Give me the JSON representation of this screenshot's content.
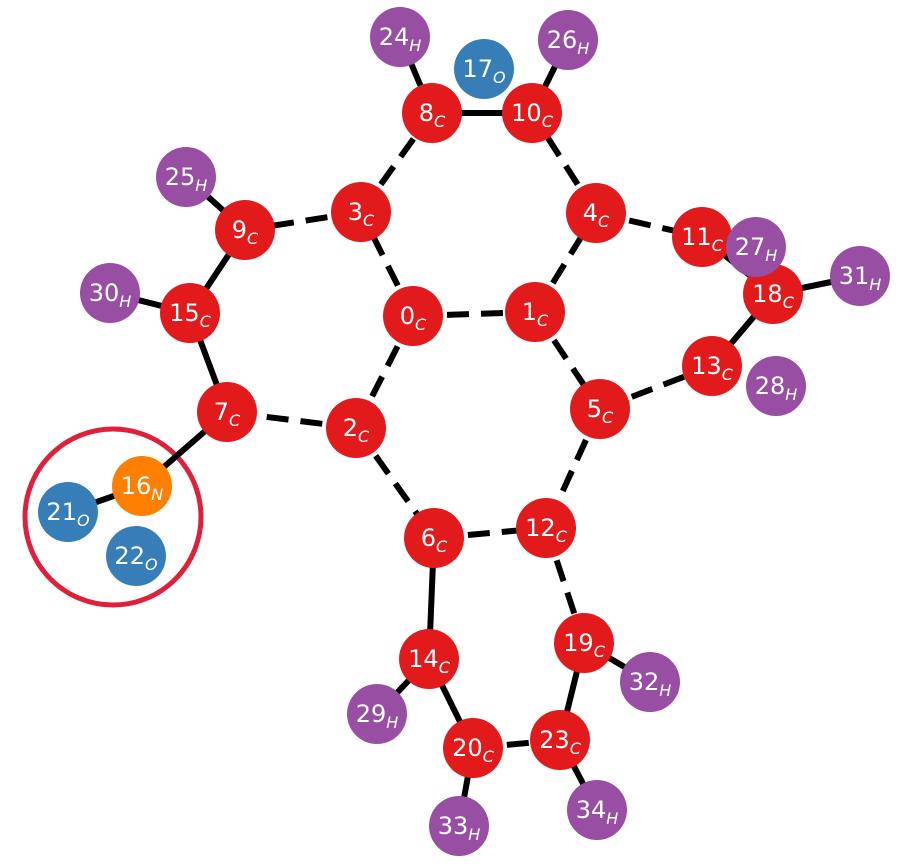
{
  "colors": {
    "C": "#e31a1c",
    "H": "#984ea3",
    "O": "#377eb8",
    "N": "#ff7f00",
    "bond": "#000000",
    "group_ring": "#e0203a"
  },
  "atoms": [
    {
      "id": "0",
      "el": "C"
    },
    {
      "id": "1",
      "el": "C"
    },
    {
      "id": "2",
      "el": "C"
    },
    {
      "id": "3",
      "el": "C"
    },
    {
      "id": "4",
      "el": "C"
    },
    {
      "id": "5",
      "el": "C"
    },
    {
      "id": "6",
      "el": "C"
    },
    {
      "id": "7",
      "el": "C"
    },
    {
      "id": "8",
      "el": "C"
    },
    {
      "id": "9",
      "el": "C"
    },
    {
      "id": "10",
      "el": "C"
    },
    {
      "id": "11",
      "el": "C"
    },
    {
      "id": "12",
      "el": "C"
    },
    {
      "id": "13",
      "el": "C"
    },
    {
      "id": "14",
      "el": "C"
    },
    {
      "id": "15",
      "el": "C"
    },
    {
      "id": "16",
      "el": "N"
    },
    {
      "id": "17",
      "el": "O"
    },
    {
      "id": "18",
      "el": "C"
    },
    {
      "id": "19",
      "el": "C"
    },
    {
      "id": "20",
      "el": "C"
    },
    {
      "id": "21",
      "el": "O"
    },
    {
      "id": "22",
      "el": "O"
    },
    {
      "id": "23",
      "el": "C"
    },
    {
      "id": "24",
      "el": "H"
    },
    {
      "id": "25",
      "el": "H"
    },
    {
      "id": "26",
      "el": "H"
    },
    {
      "id": "27",
      "el": "H"
    },
    {
      "id": "28",
      "el": "H"
    },
    {
      "id": "29",
      "el": "H"
    },
    {
      "id": "30",
      "el": "H"
    },
    {
      "id": "31",
      "el": "H"
    },
    {
      "id": "32",
      "el": "H"
    },
    {
      "id": "33",
      "el": "H"
    },
    {
      "id": "34",
      "el": "H"
    }
  ],
  "bonds": [
    {
      "a": "0",
      "b": "1",
      "style": "dashed"
    },
    {
      "a": "0",
      "b": "2",
      "style": "dashed"
    },
    {
      "a": "0",
      "b": "3",
      "style": "dashed"
    },
    {
      "a": "1",
      "b": "4",
      "style": "dashed"
    },
    {
      "a": "1",
      "b": "5",
      "style": "dashed"
    },
    {
      "a": "2",
      "b": "6",
      "style": "dashed"
    },
    {
      "a": "2",
      "b": "7",
      "style": "dashed"
    },
    {
      "a": "3",
      "b": "8",
      "style": "dashed"
    },
    {
      "a": "3",
      "b": "9",
      "style": "dashed"
    },
    {
      "a": "4",
      "b": "10",
      "style": "dashed"
    },
    {
      "a": "4",
      "b": "11",
      "style": "dashed"
    },
    {
      "a": "5",
      "b": "12",
      "style": "dashed"
    },
    {
      "a": "5",
      "b": "13",
      "style": "dashed"
    },
    {
      "a": "6",
      "b": "12",
      "style": "dashed"
    },
    {
      "a": "6",
      "b": "14",
      "style": "solid"
    },
    {
      "a": "7",
      "b": "15",
      "style": "solid"
    },
    {
      "a": "7",
      "b": "16",
      "style": "solid"
    },
    {
      "a": "8",
      "b": "10",
      "style": "solid"
    },
    {
      "a": "8",
      "b": "24",
      "style": "solid"
    },
    {
      "a": "9",
      "b": "15",
      "style": "solid"
    },
    {
      "a": "9",
      "b": "25",
      "style": "solid"
    },
    {
      "a": "10",
      "b": "26",
      "style": "solid"
    },
    {
      "a": "11",
      "b": "18",
      "style": "solid"
    },
    {
      "a": "11",
      "b": "27",
      "style": "solid"
    },
    {
      "a": "12",
      "b": "19",
      "style": "dashed"
    },
    {
      "a": "13",
      "b": "18",
      "style": "solid"
    },
    {
      "a": "14",
      "b": "20",
      "style": "solid"
    },
    {
      "a": "14",
      "b": "29",
      "style": "solid"
    },
    {
      "a": "15",
      "b": "30",
      "style": "solid"
    },
    {
      "a": "16",
      "b": "21",
      "style": "solid"
    },
    {
      "a": "18",
      "b": "31",
      "style": "solid"
    },
    {
      "a": "19",
      "b": "23",
      "style": "solid"
    },
    {
      "a": "19",
      "b": "32",
      "style": "solid"
    },
    {
      "a": "20",
      "b": "23",
      "style": "dashed"
    },
    {
      "a": "20",
      "b": "33",
      "style": "solid"
    },
    {
      "a": "23",
      "b": "34",
      "style": "solid"
    }
  ],
  "groups": [
    {
      "name": "nitro-group",
      "members": [
        "16",
        "21",
        "22"
      ]
    }
  ]
}
